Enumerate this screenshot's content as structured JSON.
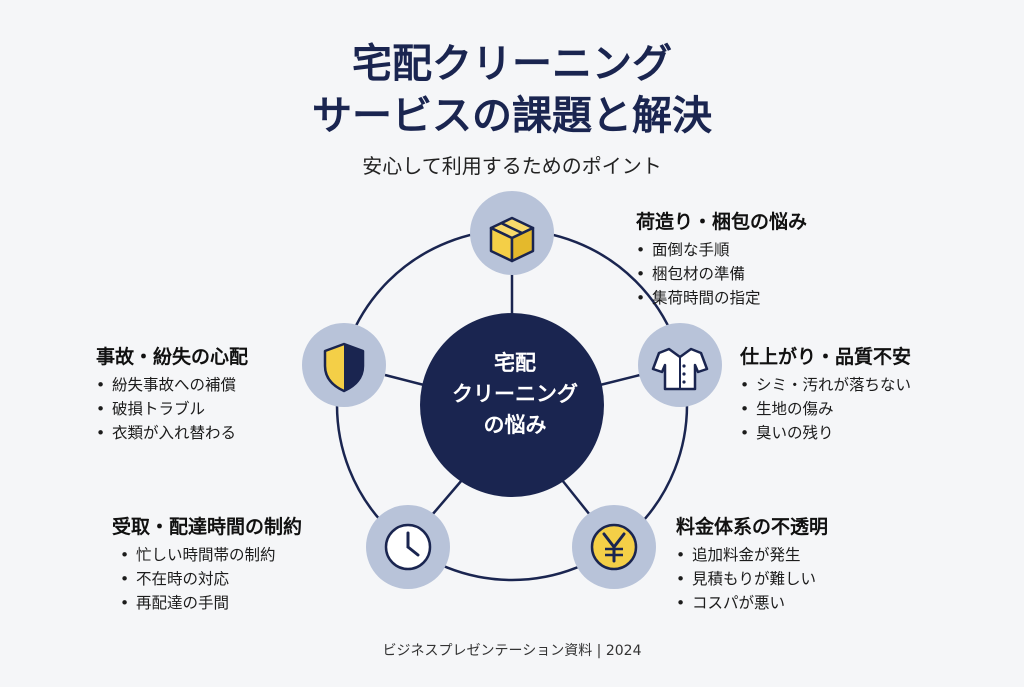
{
  "title_line1": "宅配クリーニング",
  "title_line2": "サービスの課題と解決",
  "subtitle": "安心して利用するためのポイント",
  "center": {
    "line1": "宅配",
    "line2": "クリーニング",
    "line3": "の悩み"
  },
  "colors": {
    "navy": "#1a2550",
    "node_fill": "#b8c3d9",
    "icon_gold": "#f4cf47"
  },
  "topics": [
    {
      "icon": "package-box-icon",
      "title": "荷造り・梱包の悩み",
      "items": [
        "面倒な手順",
        "梱包材の準備",
        "集荷時間の指定"
      ]
    },
    {
      "icon": "shirt-icon",
      "title": "仕上がり・品質不安",
      "items": [
        "シミ・汚れが落ちない",
        "生地の傷み",
        "臭いの残り"
      ]
    },
    {
      "icon": "yen-coin-icon",
      "title": "料金体系の不透明",
      "items": [
        "追加料金が発生",
        "見積もりが難しい",
        "コスパが悪い"
      ]
    },
    {
      "icon": "clock-icon",
      "title": "受取・配達時間の制約",
      "items": [
        "忙しい時間帯の制約",
        "不在時の対応",
        "再配達の手間"
      ]
    },
    {
      "icon": "shield-icon",
      "title": "事故・紛失の心配",
      "items": [
        "紛失事故への補償",
        "破損トラブル",
        "衣類が入れ替わる"
      ]
    }
  ],
  "bullet": "•",
  "footer": "ビジネスプレゼンテーション資料 | 2024"
}
